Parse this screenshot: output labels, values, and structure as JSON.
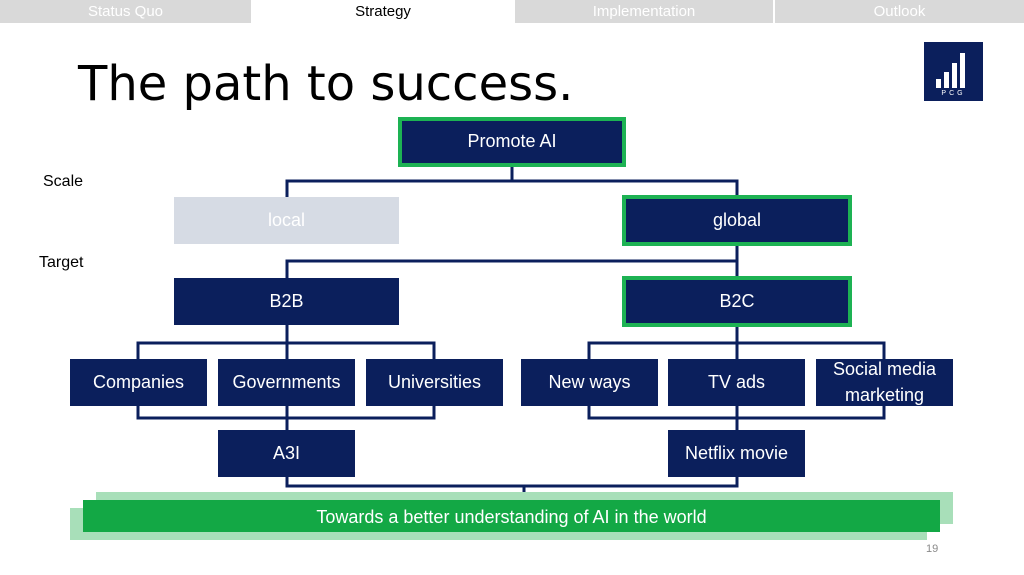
{
  "tabs": [
    {
      "label": "Status Quo",
      "active": false
    },
    {
      "label": "Strategy",
      "active": true
    },
    {
      "label": "Implementation",
      "active": false
    },
    {
      "label": "Outlook",
      "active": false
    }
  ],
  "title": "The path to success.",
  "logo": {
    "text": "PCG"
  },
  "labels": {
    "scale": "Scale",
    "target": "Target"
  },
  "nodes": {
    "root": "Promote AI",
    "local": "local",
    "global": "global",
    "b2b": "B2B",
    "b2c": "B2C",
    "companies": "Companies",
    "governments": "Governments",
    "universities": "Universities",
    "new_ways": "New ways",
    "tv_ads": "TV ads",
    "social_media": "Social media marketing",
    "a3i": "A3I",
    "netflix": "Netflix movie"
  },
  "banner": "Towards a better understanding of AI in the world",
  "page_number": "19",
  "colors": {
    "navy": "#0b1f5c",
    "green": "#1db253",
    "light_green": "#a8dfb9",
    "gray": "#d6dbe4"
  }
}
